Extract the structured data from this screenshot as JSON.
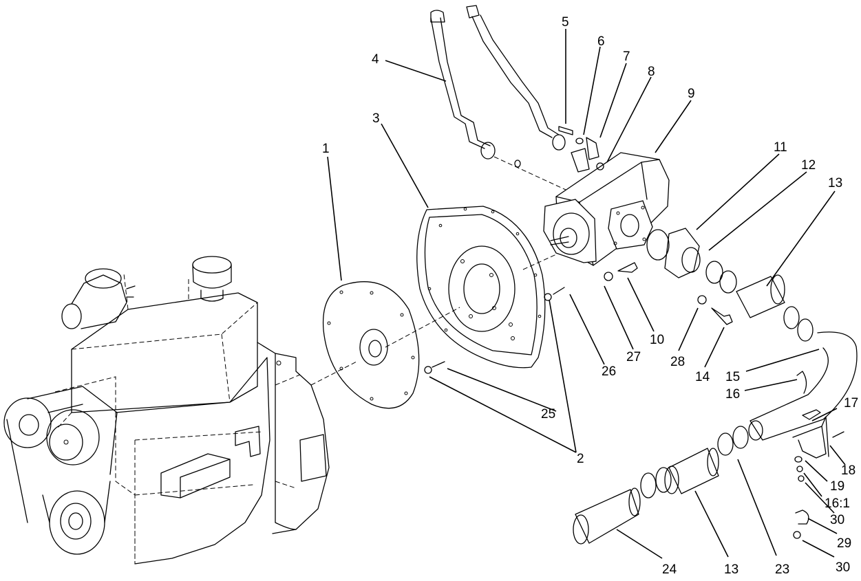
{
  "callouts": {
    "c1": "1",
    "c2": "2",
    "c3": "3",
    "c4": "4",
    "c5": "5",
    "c6": "6",
    "c7": "7",
    "c8": "8",
    "c9": "9",
    "c10": "10",
    "c11": "11",
    "c12": "12",
    "c13a": "13",
    "c13b": "13",
    "c14": "14",
    "c15": "15",
    "c16": "16",
    "c16_1": "16:1",
    "c17": "17",
    "c18": "18",
    "c19": "19",
    "c23": "23",
    "c24": "24",
    "c25": "25",
    "c26": "26",
    "c27": "27",
    "c28": "28",
    "c29": "29",
    "c30a": "30",
    "c30b": "30"
  }
}
